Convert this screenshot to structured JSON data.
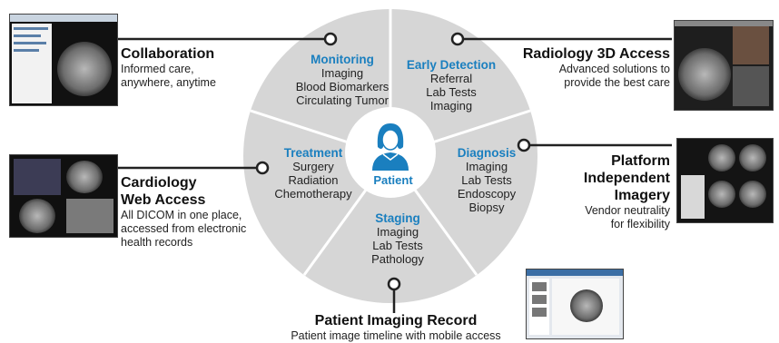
{
  "center": {
    "label": "Patient",
    "icon": "patient-icon",
    "accent": "#1a7fbf"
  },
  "segments": [
    {
      "id": "monitoring",
      "title": "Monitoring",
      "items": [
        "Imaging",
        "Blood Biomarkers",
        "Circulating Tumor"
      ]
    },
    {
      "id": "early-detection",
      "title": "Early Detection",
      "items": [
        "Referral",
        "Lab Tests",
        "Imaging"
      ]
    },
    {
      "id": "diagnosis",
      "title": "Diagnosis",
      "items": [
        "Imaging",
        "Lab Tests",
        "Endoscopy",
        "Biopsy"
      ]
    },
    {
      "id": "staging",
      "title": "Staging",
      "items": [
        "Imaging",
        "Lab Tests",
        "Pathology"
      ]
    },
    {
      "id": "treatment",
      "title": "Treatment",
      "items": [
        "Surgery",
        "Radiation",
        "Chemotherapy"
      ]
    }
  ],
  "callouts": {
    "collaboration": {
      "title": "Collaboration",
      "desc": [
        "Informed care,",
        "anywhere, anytime"
      ]
    },
    "radiology": {
      "title": "Radiology 3D Access",
      "desc": [
        "Advanced solutions to",
        "provide the best care"
      ]
    },
    "cardiology": {
      "title": [
        "Cardiology",
        "Web Access"
      ],
      "desc": [
        "All DICOM in one place,",
        "accessed from electronic",
        "health records"
      ]
    },
    "platform": {
      "title": [
        "Platform",
        "Independent",
        "Imagery"
      ],
      "desc": [
        "Vendor neutrality",
        "for flexibility"
      ]
    },
    "patient_record": {
      "title": "Patient Imaging Record",
      "desc": [
        "Patient image timeline with mobile access"
      ]
    }
  },
  "colors": {
    "wheel_fill": "#d6d6d6",
    "divider": "#ffffff",
    "connector": "#222222",
    "accent": "#1a7fbf"
  }
}
